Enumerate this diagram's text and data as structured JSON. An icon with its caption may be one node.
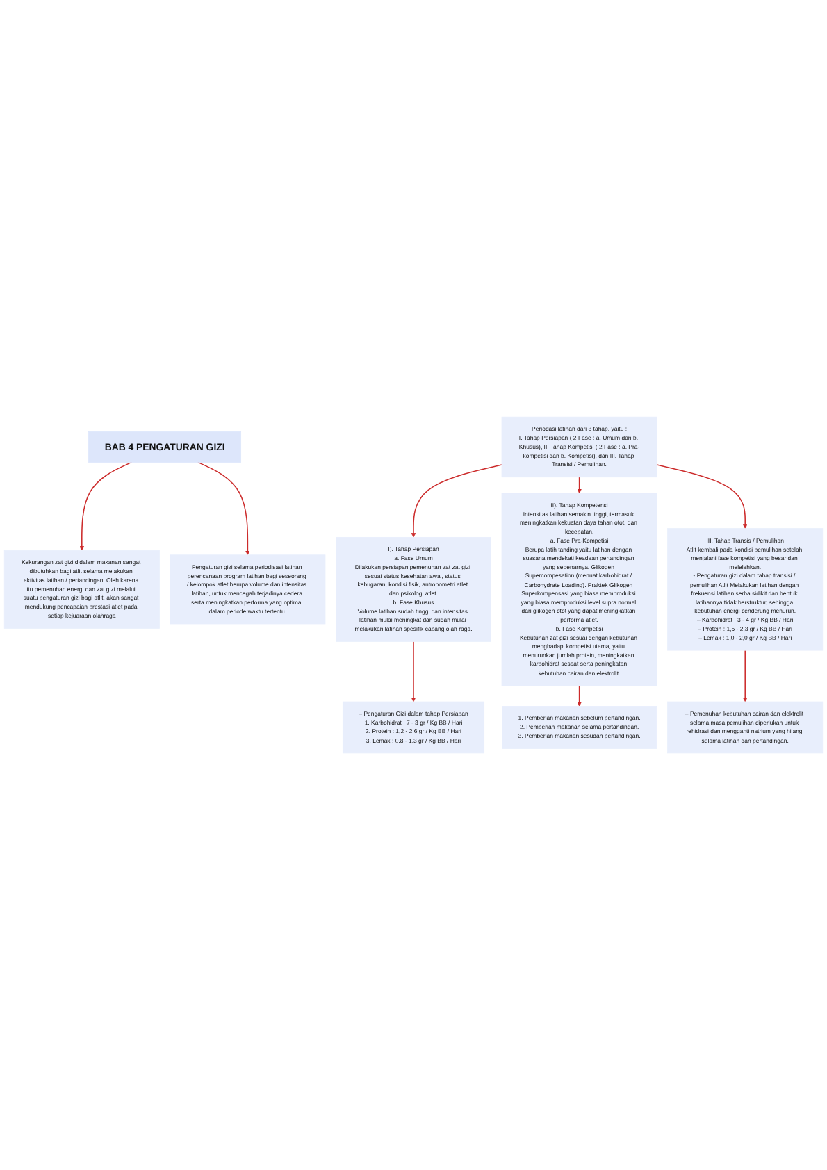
{
  "diagram": {
    "nodes": [
      {
        "text": [
          "BAB 4 PENGATURAN GIZI"
        ]
      },
      {
        "text": [
          "Kekurangan zat gizi didalam makanan sangat dibutuhkan bagi atlit selama melakukan aktivitas latihan / pertandingan. Oleh karena itu pemenuhan energi dan zat gizi melalui suatu pengaturan gizi bagi atlit, akan sangat mendukung pencapaian prestasi atlet pada setiap kejuaraan olahraga"
        ]
      },
      {
        "text": [
          "Pengaturan gizi selama periodisasi latihan perencanaan program latihan bagi seseorang / kelompok atlet berupa volume dan intensitas latihan, untuk mencegah terjadinya cedera serta meningkatkan performa yang optimal dalam periode waktu tertentu."
        ]
      },
      {
        "text": [
          "Periodasi latihan dari 3 tahap, yaitu :",
          "I. Tahap Persiapan ( 2 Fase : a. Umum dan b. Khusus), II. Tahap Kompetisi ( 2 Fase : a. Pra-kompetisi dan b. Kompetisi), dan III. Tahap Transisi / Pemulihan."
        ]
      },
      {
        "text": [
          "I). Tahap Persiapan",
          "a. Fase Umum",
          "Dilakukan persiapan pemenuhan zat zat gizi sesuai status kesehatan awal, status kebugaran, kondisi fisik, antropometri atlet dan psikologi atlet.",
          "b. Fase Khusus",
          "Volume latihan sudah tinggi dan intensitas latihan mulai meningkat dan sudah mulai melakukan latihan spesifik cabang olah raga."
        ]
      },
      {
        "text": [
          "II). Tahap Kompetensi",
          "Intensitas latihan semakin tinggi, termasuk meningkatkan kekuatan daya tahan otot, dan kecepatan.",
          "a. Fase Pra-Kompetisi",
          "Berupa latih tanding yaitu latihan dengan suasana mendekati keadaan pertandingan yang sebenarnya. Glikogen Supercompesation (menuat karbohidrat / Carbohydrate Loading). Praktek Glikogen Superkompensasi yang biasa memproduksi yang biasa memproduksi level supra normal dari glikogen otot yang dapat meningkatkan performa atlet.",
          "b. Fase Kompetisi",
          "Kebutuhan zat gizi sesuai dengan kebutuhan menghadapi kompetisi utama, yaitu menurunkan jumlah protein, meningkatkan karbohidrat sesaat serta peningkatan kebutuhan cairan dan elektrolit."
        ]
      },
      {
        "text": [
          "III. Tahap Transis / Pemulihan",
          "Atlit kembali pada kondisi pemulihan setelah menjalani fase kompetisi yang besar dan melelahkan.",
          "- Pengaturan gizi dalam tahap transisi / pemulihan Atlit Melakukan latihan dengan frekuensi latihan serba sidikit dan bentuk latihannya tidak berstruktur, sehingga kebutuhan energi cenderung menurun.",
          "– Karbohidrat : 3 - 4 gr / Kg BB / Hari",
          "– Protein : 1,5 - 2,3 gr / Kg BB / Hari",
          "– Lemak : 1,0 - 2,0 gr / Kg BB / Hari"
        ]
      },
      {
        "text": [
          "– Pengaturan Gizi dalam tahap Persiapan",
          "1. Karbohidrat : 7 - 3 gr / Kg BB / Hari",
          "2. Protein : 1,2 - 2,6 gr / Kg BB / Hari",
          "3. Lemak : 0,8 - 1,3 gr / Kg BB / Hari"
        ]
      },
      {
        "text": [
          "1. Pemberian makanan sebelum pertandingan.",
          "2. Pemberian makanan selama pertandingan.",
          "3. Pemberian makanan sesudah pertandingan."
        ]
      },
      {
        "text": [
          "– Pemenuhan kebutuhan cairan dan elektrolit selama masa pemulihan diperlukan untuk rehidrasi dan mengganti natrium yang hilang selama latihan dan pertandingan."
        ]
      }
    ],
    "edges": [
      {
        "from": 0,
        "to": 1,
        "arrow": "to"
      },
      {
        "from": 0,
        "to": 2,
        "arrow": "to"
      },
      {
        "from": 3,
        "to": 4,
        "arrow": "to"
      },
      {
        "from": 3,
        "to": 5,
        "arrow": "to"
      },
      {
        "from": 3,
        "to": 6,
        "arrow": "to"
      },
      {
        "from": 4,
        "to": 7,
        "arrow": "to"
      },
      {
        "from": 5,
        "to": 8,
        "arrow": "to"
      },
      {
        "from": 6,
        "to": 9,
        "arrow": "to"
      }
    ]
  }
}
